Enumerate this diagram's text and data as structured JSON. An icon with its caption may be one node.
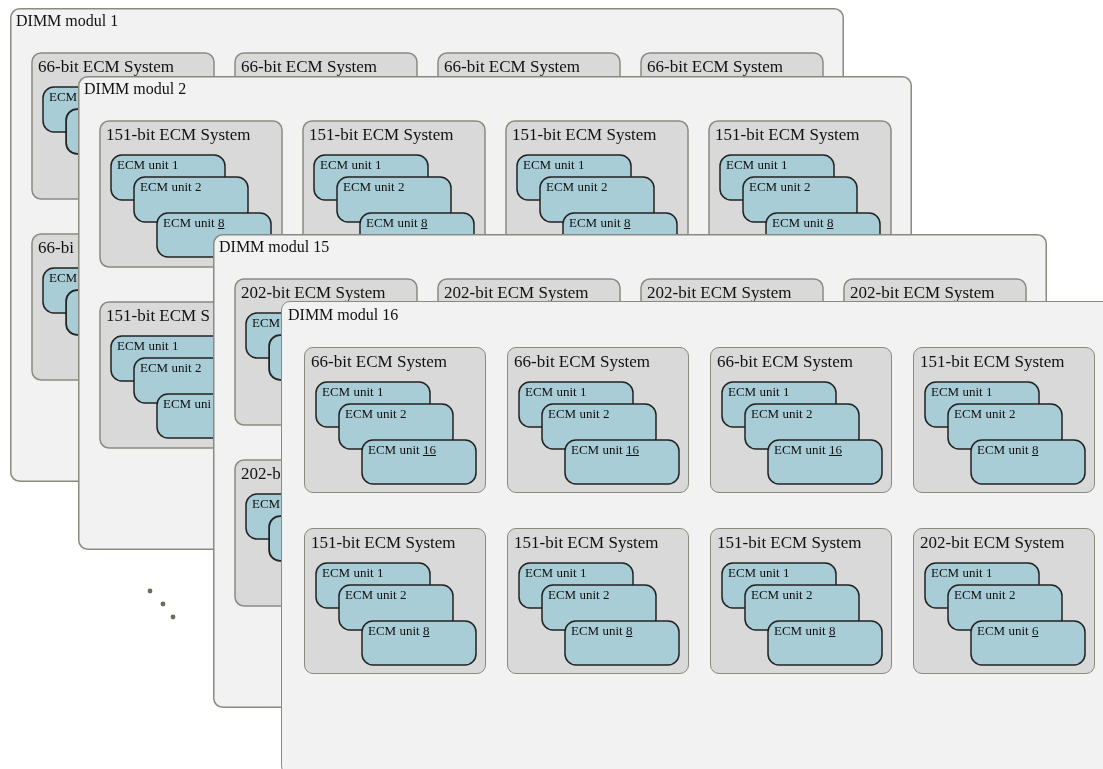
{
  "diagram": {
    "nodes": [
      {
        "text": [
          "DIMM modul 1"
        ]
      },
      {
        "text": [
          "66-bit ECM System"
        ]
      },
      {
        "text": [
          "ECM"
        ]
      },
      {
        "text": [],
        "shape": "box"
      },
      {
        "text": [
          "66-bit ECM System"
        ]
      },
      {
        "text": [
          "66-bit ECM System"
        ]
      },
      {
        "text": [
          "66-bit ECM System"
        ]
      },
      {
        "text": [
          "66-bi"
        ]
      },
      {
        "text": [
          "ECM"
        ]
      },
      {
        "text": [],
        "shape": "box"
      },
      {
        "text": [
          "DIMM modul 2"
        ]
      },
      {
        "text": [
          "151-bit ECM System"
        ]
      },
      {
        "text": [
          "ECM unit 1"
        ]
      },
      {
        "text": [
          "ECM unit 2"
        ]
      },
      {
        "text": [
          "ECM unit 8"
        ]
      },
      {
        "text": [
          "151-bit ECM System"
        ]
      },
      {
        "text": [
          "ECM unit 1"
        ]
      },
      {
        "text": [
          "ECM unit 2"
        ]
      },
      {
        "text": [
          "ECM unit 8"
        ]
      },
      {
        "text": [
          "151-bit ECM System"
        ]
      },
      {
        "text": [
          "ECM unit 1"
        ]
      },
      {
        "text": [
          "ECM unit 2"
        ]
      },
      {
        "text": [
          "ECM unit 8"
        ]
      },
      {
        "text": [
          "151-bit ECM System"
        ]
      },
      {
        "text": [
          "ECM unit 1"
        ]
      },
      {
        "text": [
          "ECM unit 2"
        ]
      },
      {
        "text": [
          "ECM unit 8"
        ]
      },
      {
        "text": [
          "151-bit ECM S"
        ]
      },
      {
        "text": [
          "ECM unit 1"
        ]
      },
      {
        "text": [
          "ECM unit 2"
        ]
      },
      {
        "text": [
          "ECM uni"
        ]
      },
      {
        "text": [
          "DIMM modul 15"
        ]
      },
      {
        "text": [
          "202-bit ECM System"
        ]
      },
      {
        "text": [
          "ECM"
        ]
      },
      {
        "text": [],
        "shape": "box"
      },
      {
        "text": [
          "202-bit ECM System"
        ]
      },
      {
        "text": [
          "202-bit ECM System"
        ]
      },
      {
        "text": [
          "202-bit ECM System"
        ]
      },
      {
        "text": [
          "202-b"
        ]
      },
      {
        "text": [
          "ECM"
        ]
      },
      {
        "text": [],
        "shape": "box"
      },
      {
        "text": [
          "DIMM modul 16"
        ]
      },
      {
        "text": [
          "66-bit ECM System"
        ],
        "in": 41
      },
      {
        "text": [
          "ECM unit 1"
        ],
        "in": 42
      },
      {
        "text": [
          "ECM unit 2"
        ],
        "in": 42
      },
      {
        "text": [
          "ECM unit 16"
        ],
        "in": 42
      },
      {
        "text": [
          "66-bit ECM System"
        ],
        "in": 41
      },
      {
        "text": [
          "ECM unit 1"
        ],
        "in": 46
      },
      {
        "text": [
          "ECM unit 2"
        ],
        "in": 46
      },
      {
        "text": [
          "ECM unit 16"
        ],
        "in": 46
      },
      {
        "text": [
          "66-bit ECM System"
        ],
        "in": 41
      },
      {
        "text": [
          "ECM unit 1"
        ],
        "in": 50
      },
      {
        "text": [
          "ECM unit 2"
        ],
        "in": 50
      },
      {
        "text": [
          "ECM unit 16"
        ],
        "in": 50
      },
      {
        "text": [
          "151-bit ECM System"
        ],
        "in": 41
      },
      {
        "text": [
          "ECM unit 1"
        ],
        "in": 54
      },
      {
        "text": [
          "ECM unit 2"
        ],
        "in": 54
      },
      {
        "text": [
          "ECM unit 8"
        ],
        "in": 54
      },
      {
        "text": [
          "151-bit ECM System"
        ],
        "in": 41
      },
      {
        "text": [
          "ECM unit 1"
        ],
        "in": 58
      },
      {
        "text": [
          "ECM unit 2"
        ],
        "in": 58
      },
      {
        "text": [
          "ECM unit 8"
        ],
        "in": 58
      },
      {
        "text": [
          "151-bit ECM System"
        ],
        "in": 41
      },
      {
        "text": [
          "ECM unit 1"
        ],
        "in": 62
      },
      {
        "text": [
          "ECM unit 2"
        ],
        "in": 62
      },
      {
        "text": [
          "ECM unit 8"
        ],
        "in": 62
      },
      {
        "text": [
          "151-bit ECM System"
        ],
        "in": 41
      },
      {
        "text": [
          "ECM unit 1"
        ],
        "in": 66
      },
      {
        "text": [
          "ECM unit 2"
        ],
        "in": 66
      },
      {
        "text": [
          "ECM unit 8"
        ],
        "in": 66
      },
      {
        "text": [
          "202-bit ECM System"
        ],
        "in": 41
      },
      {
        "text": [
          "ECM unit 1"
        ],
        "in": 70
      },
      {
        "text": [
          "ECM unit 2"
        ],
        "in": 70
      },
      {
        "text": [
          "ECM unit 6"
        ],
        "in": 70
      }
    ]
  }
}
